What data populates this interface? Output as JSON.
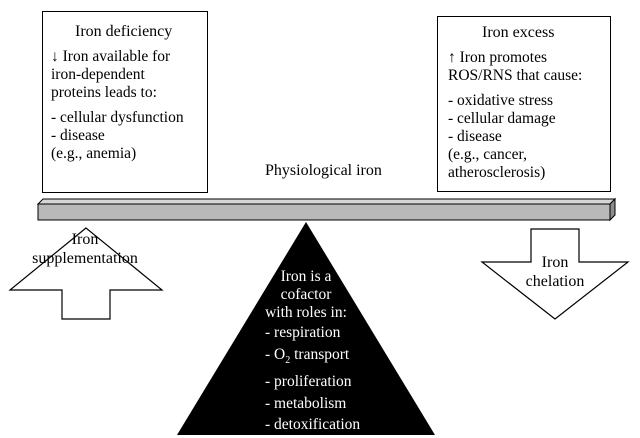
{
  "left_box": {
    "title": "Iron deficiency",
    "line1": "↓ Iron available for",
    "line2": "iron-dependent",
    "line3": "proteins leads to:",
    "item1": "- cellular dysfunction",
    "item2": "- disease",
    "item3": "(e.g., anemia)"
  },
  "right_box": {
    "title": "Iron excess",
    "line1": "↑ Iron promotes",
    "line2": "ROS/RNS that cause:",
    "item1": "- oxidative stress",
    "item2": "- cellular damage",
    "item3": "- disease",
    "item4": "(e.g., cancer,",
    "item5": "atherosclerosis)"
  },
  "center_label": "Physiological iron",
  "supplementation": {
    "line1": "Iron",
    "line2": "supplementation"
  },
  "chelation": {
    "line1": "Iron",
    "line2": "chelation"
  },
  "fulcrum": {
    "title_line1": "Iron is a",
    "title_line2": "cofactor",
    "title_line3": "with roles in:",
    "items": {
      "i0": "- respiration",
      "i1_prefix": "- O",
      "i1_sub": "2",
      "i1_suffix": " transport",
      "i2": "- proliferation",
      "i3": "- metabolism",
      "i4": "- detoxification"
    }
  },
  "colors": {
    "beam_front": "#b9b9b9",
    "beam_top": "#d6d6d6",
    "beam_side": "#8c8c8c",
    "fulcrum": "#000000",
    "line": "#000000"
  }
}
